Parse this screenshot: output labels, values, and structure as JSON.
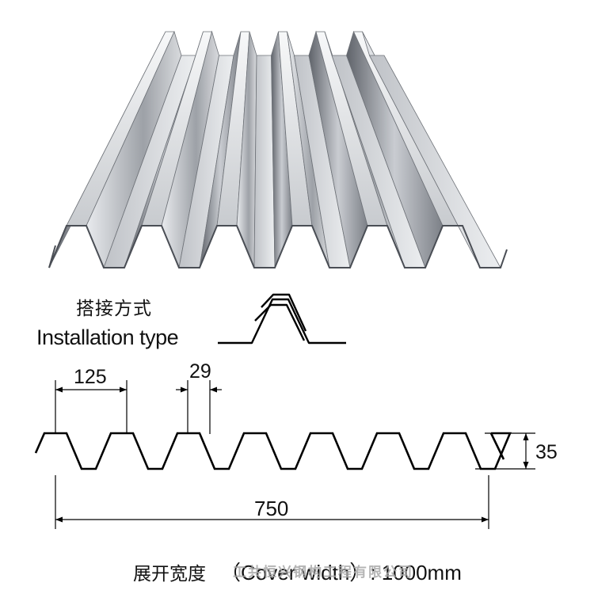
{
  "installation": {
    "label_zh": "搭接方式",
    "label_en": "Installation type"
  },
  "dimensions": {
    "pitch": "125",
    "crest": "29",
    "height": "35",
    "cover": "750"
  },
  "cover_width": {
    "label_zh": "展开宽度",
    "label_en": "（Cover width）: 1000mm"
  },
  "watermark": {
    "text": "工共恒兴钢构工程有限公司"
  },
  "colors": {
    "steel_light": "#f2f3f5",
    "steel_mid": "#a9adb3",
    "steel_dark": "#6d7178",
    "line": "#000000"
  }
}
